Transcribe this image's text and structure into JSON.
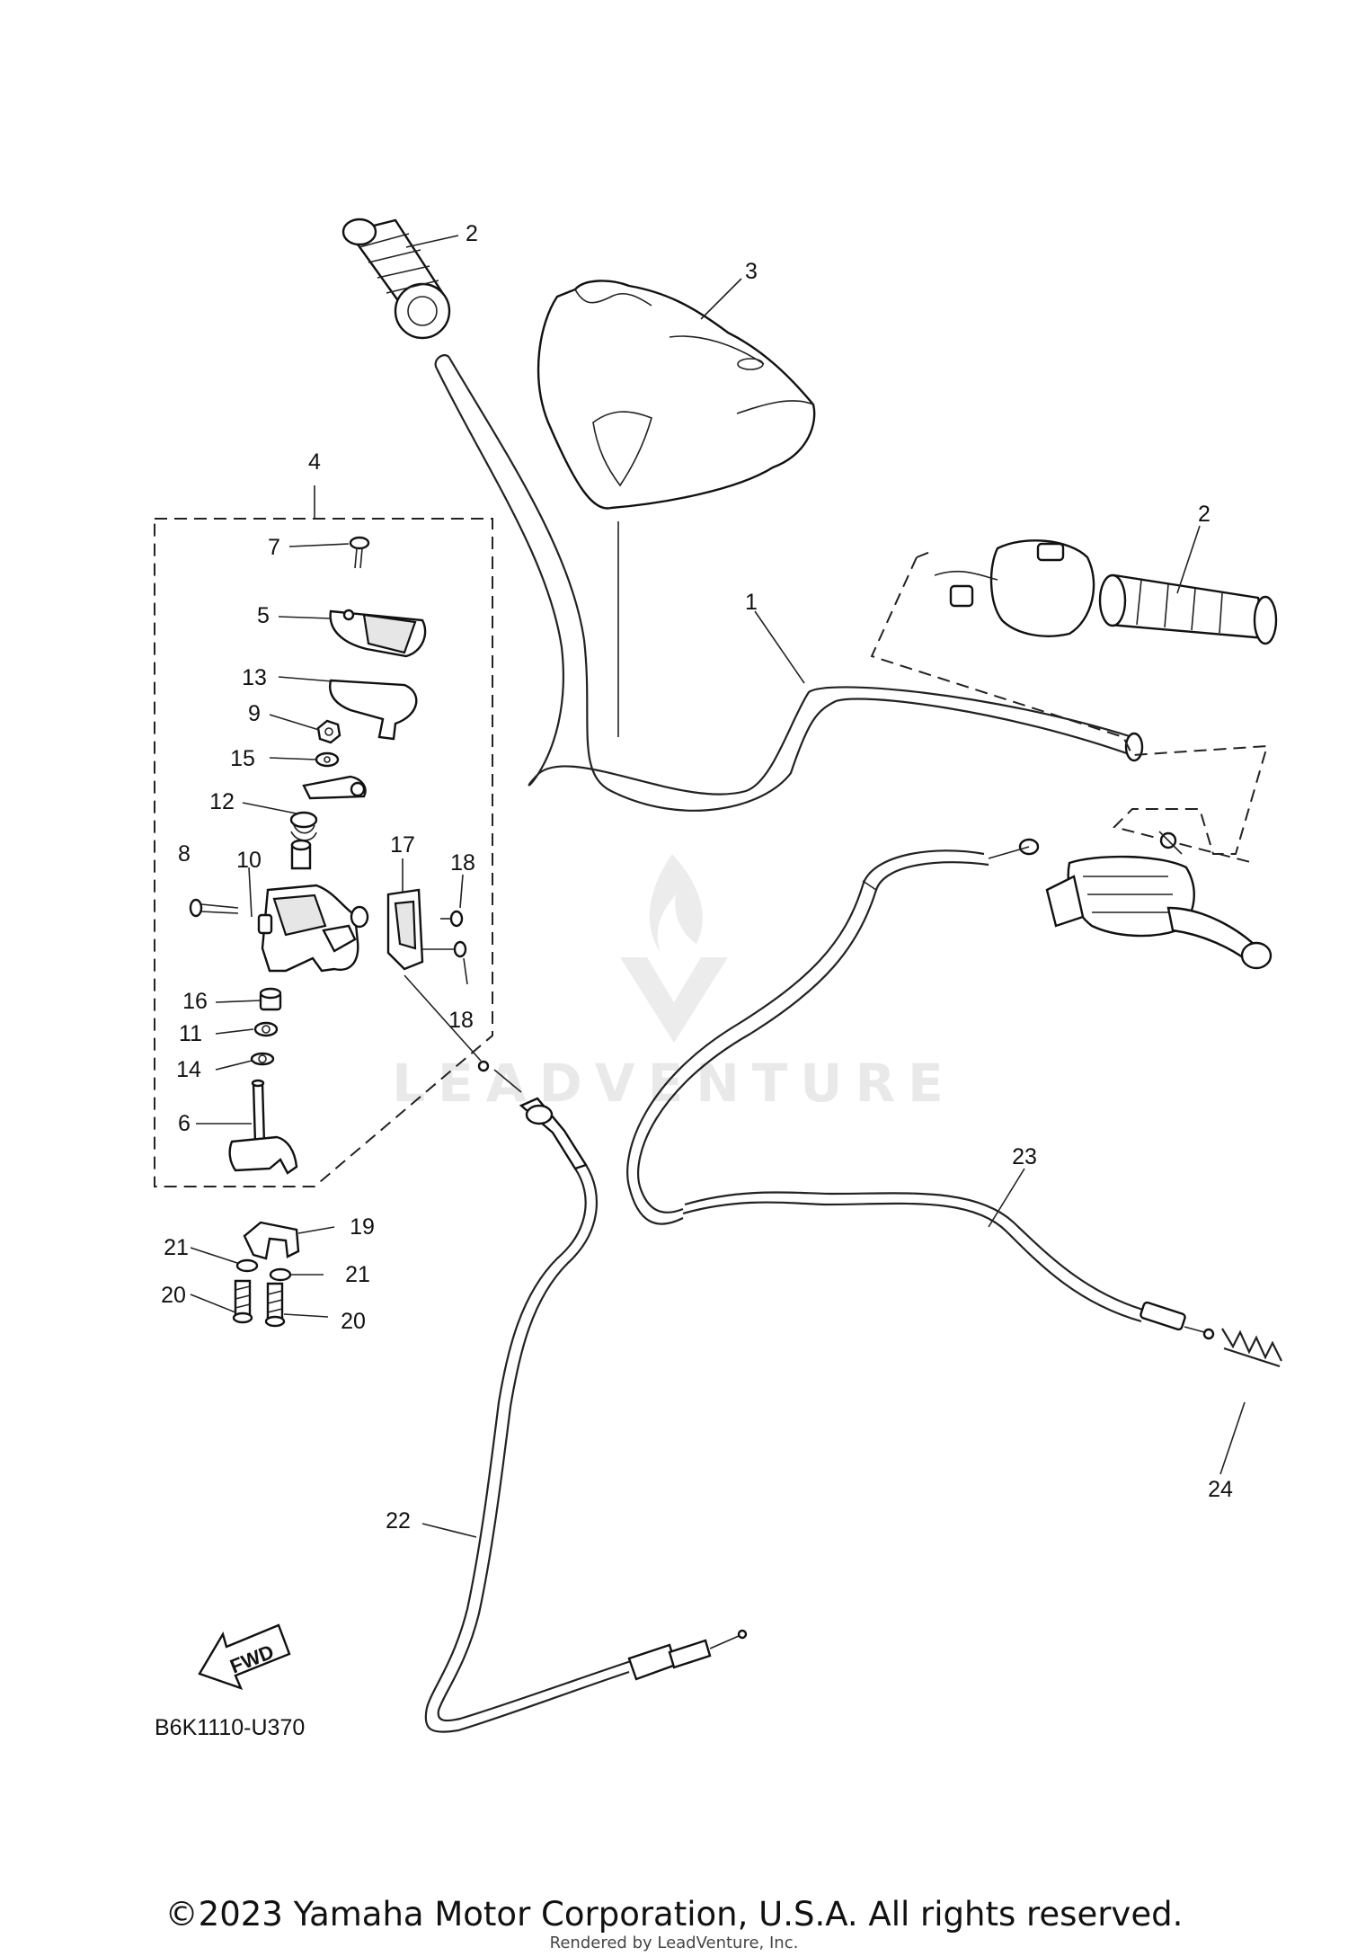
{
  "diagram": {
    "callouts": [
      "1",
      "2",
      "2",
      "3",
      "4",
      "5",
      "6",
      "7",
      "8",
      "9",
      "10",
      "11",
      "12",
      "13",
      "14",
      "15",
      "16",
      "17",
      "18",
      "18",
      "19",
      "20",
      "20",
      "21",
      "21",
      "22",
      "23",
      "24"
    ],
    "drawing_code": "B6K1110-U370",
    "fwd_label": "FWD",
    "watermark": "LEADVENTURE",
    "copyright": "©2023 Yamaha Motor Corporation, U.S.A. All rights reserved.",
    "rendered_by": "Rendered by LeadVenture, Inc."
  }
}
